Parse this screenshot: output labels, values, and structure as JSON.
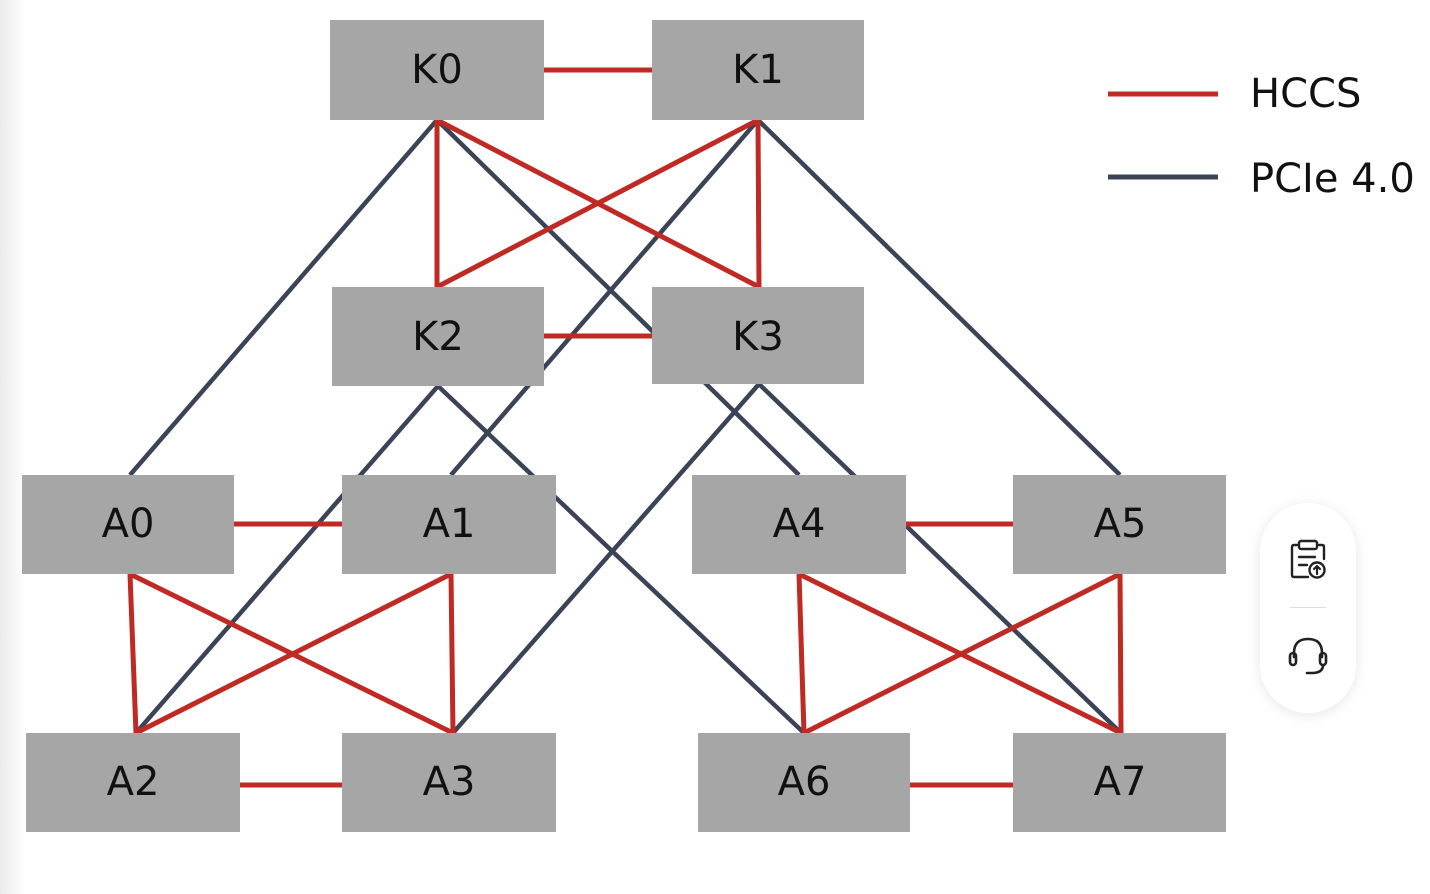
{
  "colors": {
    "hccs": "#bf2a25",
    "pcie": "#3b4457",
    "node_fill": "#a6a6a6",
    "text": "#111111"
  },
  "legend": {
    "hccs_label": "HCCS",
    "pcie_label": "PCIe 4.0"
  },
  "nodes": {
    "K0": "K0",
    "K1": "K1",
    "K2": "K2",
    "K3": "K3",
    "A0": "A0",
    "A1": "A1",
    "A2": "A2",
    "A3": "A3",
    "A4": "A4",
    "A5": "A5",
    "A6": "A6",
    "A7": "A7"
  },
  "links": {
    "hccs": [
      [
        "K0",
        "K1"
      ],
      [
        "K2",
        "K3"
      ],
      [
        "K0",
        "K2"
      ],
      [
        "K0",
        "K3"
      ],
      [
        "K1",
        "K2"
      ],
      [
        "K1",
        "K3"
      ],
      [
        "A0",
        "A1"
      ],
      [
        "A2",
        "A3"
      ],
      [
        "A0",
        "A2"
      ],
      [
        "A0",
        "A3"
      ],
      [
        "A1",
        "A2"
      ],
      [
        "A1",
        "A3"
      ],
      [
        "A4",
        "A5"
      ],
      [
        "A6",
        "A7"
      ],
      [
        "A4",
        "A6"
      ],
      [
        "A4",
        "A7"
      ],
      [
        "A5",
        "A6"
      ],
      [
        "A5",
        "A7"
      ]
    ],
    "pcie": [
      [
        "K0",
        "A0"
      ],
      [
        "K0",
        "A4"
      ],
      [
        "K1",
        "A1"
      ],
      [
        "K1",
        "A5"
      ],
      [
        "K2",
        "A2"
      ],
      [
        "K2",
        "A6"
      ],
      [
        "K3",
        "A3"
      ],
      [
        "K3",
        "A7"
      ]
    ]
  },
  "side_panel": {
    "top_icon": "clipboard-upload-icon",
    "bottom_icon": "headset-icon"
  }
}
